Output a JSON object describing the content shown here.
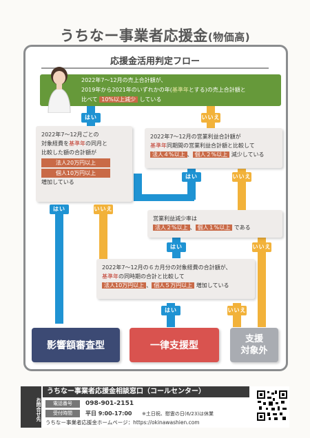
{
  "title": {
    "main": "うちなー事業者応援金",
    "paren": "(物価高)"
  },
  "flow_title": "応援金活用判定フロー",
  "q1": {
    "line1": "2022年7～12月の売上合計額が、",
    "line2a": "2019年から2021年のいずれかの年(",
    "line2b": "基準年",
    "line2c": "とする)の売上合計額と",
    "line3a": "比べて",
    "line3b": "10%以上減少",
    "line3c": "している"
  },
  "tags": {
    "yes": "はい",
    "no": "いいえ"
  },
  "q2": {
    "line1": "2022年7～12月ごとの",
    "line2a": "対象経費を",
    "line2b": "基準年",
    "line2c": "の同月と",
    "line3": "比較した額の合計額が",
    "hl1": "法人20万円以上",
    "hl2": "個人10万円以上",
    "line4": "増加している"
  },
  "q3": {
    "line1": "2022年7～12月の営業利益合計額が",
    "line2a": "基準年",
    "line2b": "同期間の営業利益合計額と比較して",
    "hl1": "法人４%以上",
    "sep": "、",
    "hl2": "個人２%以上",
    "line3": "減少している"
  },
  "q4": {
    "line1": "営業利益減少率は",
    "hl1": "法人２%以上",
    "sep": "、",
    "hl2": "個人１%以上",
    "line2": "である"
  },
  "q5": {
    "line1": "2022年7～12月の６カ月分の対象経費の合計額が、",
    "line2a": "基準年",
    "line2b": "の同時期の合計と比較して",
    "hl1": "法人10万円以上",
    "sep": "、",
    "hl2": "個人５万円以上",
    "line3": "増加している"
  },
  "outcomes": {
    "a": "影響額審査型",
    "b": "一律支援型",
    "c1": "支援",
    "c2": "対象外"
  },
  "contact": {
    "side": "お問合せ先",
    "head": "うちなー事業者応援金相談窓口（コールセンター）",
    "phone_label": "電話番号",
    "phone": "098-901-2151",
    "hours_label": "受付時間",
    "hours": "平日 9:00-17:00",
    "hours_note": "※土日祝、慰霊の日(6/23)は休業",
    "web_label": "うちなー事業者応援金ホームページ：",
    "web": "https://okinawashien.com"
  },
  "colors": {
    "blue": "#1f93d3",
    "orange": "#f2b23a",
    "navy": "#3c4a74",
    "coral": "#d9534f",
    "gray": "#a9acb2",
    "green": "#66993a"
  }
}
